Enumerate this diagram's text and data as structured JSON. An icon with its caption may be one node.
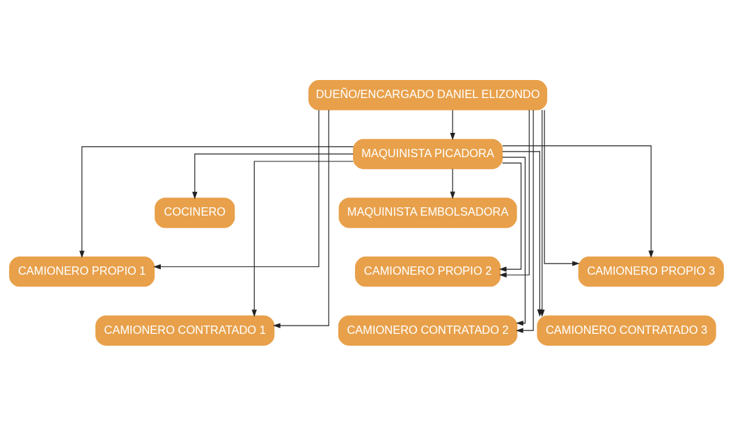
{
  "diagram": {
    "nodes": [
      {
        "text": [
          "DUEÑO/ENCARGADO DANIEL ELIZONDO"
        ]
      },
      {
        "text": [
          "MAQUINISTA PICADORA"
        ]
      },
      {
        "text": [
          "COCINERO"
        ]
      },
      {
        "text": [
          "MAQUINISTA EMBOLSADORA"
        ]
      },
      {
        "text": [
          "CAMIONERO PROPIO 1"
        ]
      },
      {
        "text": [
          "CAMIONERO PROPIO 2"
        ]
      },
      {
        "text": [
          "CAMIONERO PROPIO 3"
        ]
      },
      {
        "text": [
          "CAMIONERO CONTRATADO 1"
        ]
      },
      {
        "text": [
          "CAMIONERO CONTRATADO 2"
        ]
      },
      {
        "text": [
          "CAMIONERO CONTRATADO 3"
        ]
      }
    ],
    "edges": [
      {
        "from": 0,
        "to": 1,
        "arrow": "to"
      },
      {
        "from": 0,
        "to": 4,
        "arrow": "to"
      },
      {
        "from": 0,
        "to": 5,
        "arrow": "to"
      },
      {
        "from": 0,
        "to": 6,
        "arrow": "to"
      },
      {
        "from": 0,
        "to": 7,
        "arrow": "to"
      },
      {
        "from": 0,
        "to": 8,
        "arrow": "to"
      },
      {
        "from": 0,
        "to": 9,
        "arrow": "to"
      },
      {
        "from": 1,
        "to": 2,
        "arrow": "to"
      },
      {
        "from": 1,
        "to": 3,
        "arrow": "to"
      },
      {
        "from": 1,
        "to": 4,
        "arrow": "to"
      },
      {
        "from": 1,
        "to": 5,
        "arrow": "to"
      },
      {
        "from": 1,
        "to": 6,
        "arrow": "to"
      },
      {
        "from": 1,
        "to": 7,
        "arrow": "to"
      },
      {
        "from": 1,
        "to": 8,
        "arrow": "to"
      },
      {
        "from": 1,
        "to": 9,
        "arrow": "to"
      }
    ]
  }
}
